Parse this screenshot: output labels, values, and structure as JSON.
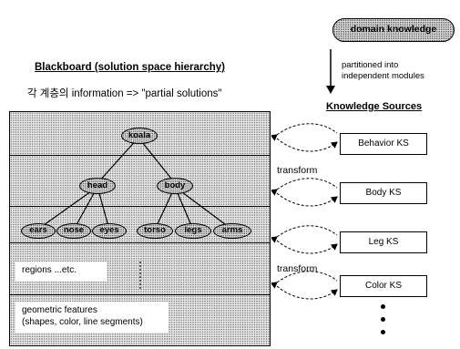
{
  "domain_knowledge": "domain knowledge",
  "partition_note": [
    "partitioned into",
    "independent modules"
  ],
  "knowledge_sources_title": "Knowledge Sources",
  "blackboard_title": "Blackboard  (solution space hierarchy)",
  "blackboard_subtitle": "각 계층의 information => \"partial solutions\"",
  "tree": {
    "root": "koala",
    "level2": [
      "head",
      "body"
    ],
    "level3": [
      "ears",
      "nose",
      "eyes",
      "torso",
      "legs",
      "arms"
    ]
  },
  "regions_label": "regions ...etc.",
  "features_label": [
    "geometric features",
    "(shapes, color, line segments)"
  ],
  "knowledge_sources": [
    "Behavior KS",
    "Body  KS",
    "Leg KS",
    "Color KS"
  ],
  "transform_labels": [
    "transform",
    "transform"
  ]
}
